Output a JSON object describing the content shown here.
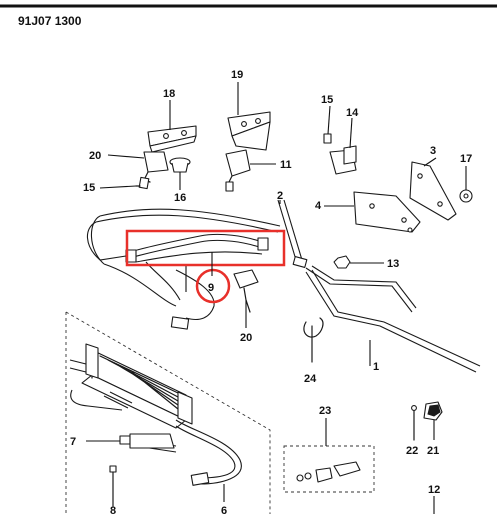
{
  "diagram_code": "91J07 1300",
  "highlight": {
    "color": "#e8302a"
  },
  "labels": {
    "p1": "1",
    "p2": "2",
    "p3": "3",
    "p4": "4",
    "p6": "6",
    "p7": "7",
    "p8": "8",
    "p9": "9",
    "p11": "11",
    "p12": "12",
    "p13": "13",
    "p14": "14",
    "p15a": "15",
    "p15b": "15",
    "p16": "16",
    "p17": "17",
    "p18": "18",
    "p19": "19",
    "p20a": "20",
    "p20b": "20",
    "p21": "21",
    "p22": "22",
    "p23": "23",
    "p24": "24"
  }
}
